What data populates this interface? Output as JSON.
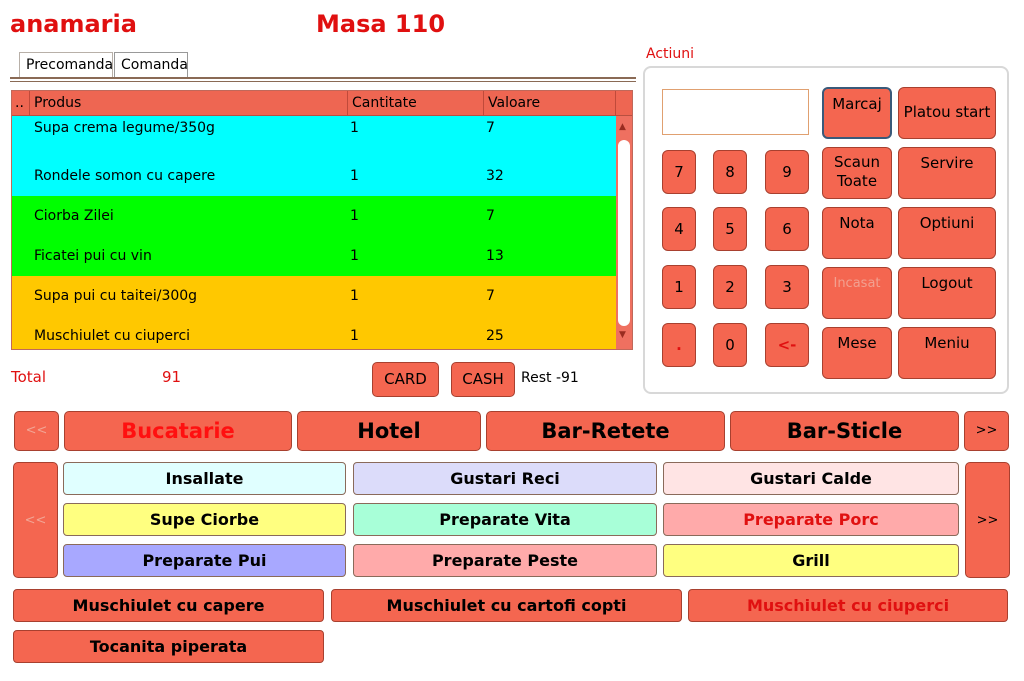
{
  "header": {
    "user": "anamaria",
    "table": "Masa 110"
  },
  "tabs": [
    {
      "label": "Precomanda"
    },
    {
      "label": "Comanda"
    }
  ],
  "order": {
    "columns": {
      "dots": "..",
      "product": "Produs",
      "quantity": "Cantitate",
      "value": "Valoare"
    },
    "rows": [
      {
        "product": "Supa crema legume/350g",
        "quantity": "1",
        "value": "7",
        "color": "#00ffff"
      },
      {
        "product": "Rondele somon cu capere",
        "quantity": "1",
        "value": "32",
        "color": "#00ffff"
      },
      {
        "product": "Ciorba Zilei",
        "quantity": "1",
        "value": "7",
        "color": "#00ff00"
      },
      {
        "product": "Ficatei pui cu vin",
        "quantity": "1",
        "value": "13",
        "color": "#00ff00"
      },
      {
        "product": "Supa pui cu taitei/300g",
        "quantity": "1",
        "value": "7",
        "color": "#ffc800"
      },
      {
        "product": "Muschiulet cu ciuperci",
        "quantity": "1",
        "value": "25",
        "color": "#ffc800"
      }
    ]
  },
  "totals": {
    "label": "Total",
    "value": "91",
    "card": "CARD",
    "cash": "CASH",
    "rest": "Rest -91"
  },
  "actions": {
    "title": "Actiuni",
    "display_value": "",
    "keys": [
      "7",
      "8",
      "9",
      "4",
      "5",
      "6",
      "1",
      "2",
      "3",
      ".",
      "0",
      "<-"
    ],
    "buttons": {
      "marcaj": "Marcaj",
      "platou_start": "Platou start",
      "scaun_toate_line1": "Scaun",
      "scaun_toate_line2": "Toate",
      "servire": "Servire",
      "nota": "Nota",
      "optiuni": "Optiuni",
      "incasat": "Incasat",
      "logout": "Logout",
      "mese": "Mese",
      "meniu": "Meniu"
    }
  },
  "categories": {
    "prev": "<<",
    "next": ">>",
    "items": [
      "Bucatarie",
      "Hotel",
      "Bar-Retete",
      "Bar-Sticle"
    ]
  },
  "subcategories": {
    "prev": "<<",
    "next": ">>",
    "items": [
      {
        "label": "Insallate",
        "color": "#e0ffff"
      },
      {
        "label": "Gustari Reci",
        "color": "#dcdcfa"
      },
      {
        "label": "Gustari Calde",
        "color": "#ffe4e4"
      },
      {
        "label": "Supe Ciorbe",
        "color": "#ffff80"
      },
      {
        "label": "Preparate Vita",
        "color": "#a8ffd8"
      },
      {
        "label": "Preparate Porc",
        "color": "#ffaaaa"
      },
      {
        "label": "Preparate Pui",
        "color": "#a8a8ff"
      },
      {
        "label": "Preparate Peste",
        "color": "#ffaaaa"
      },
      {
        "label": "Grill",
        "color": "#ffff80"
      }
    ]
  },
  "products": [
    "Muschiulet cu capere",
    "Muschiulet cu cartofi copti",
    "Muschiulet cu ciuperci",
    "Tocanita piperata"
  ]
}
